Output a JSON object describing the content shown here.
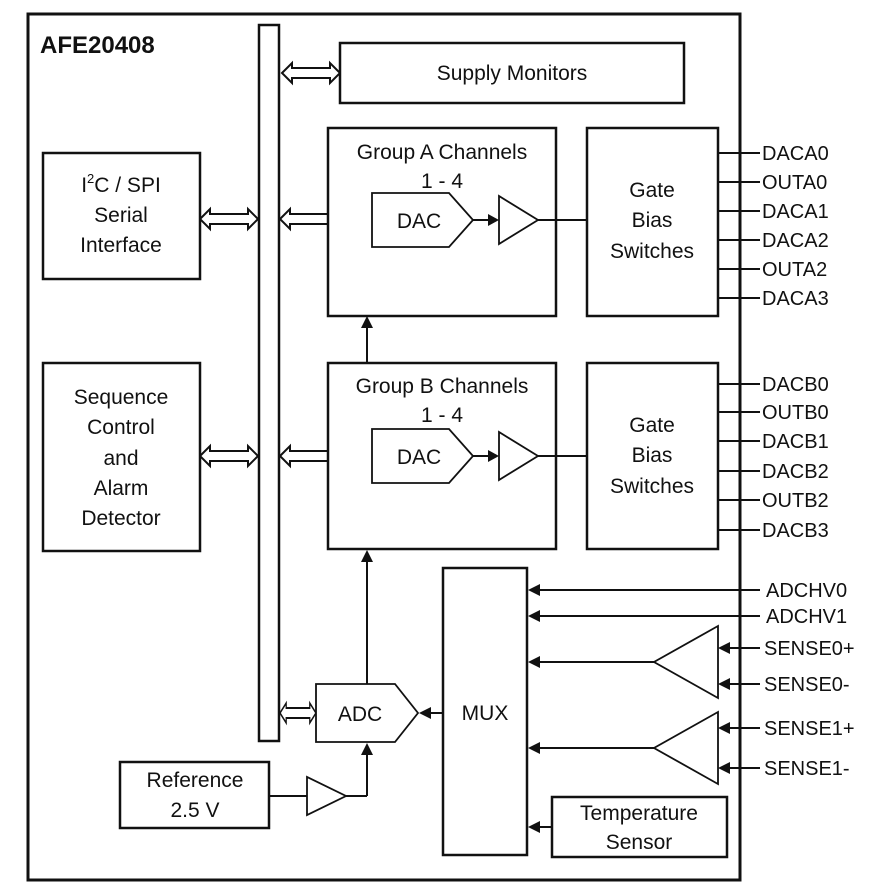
{
  "chip_name": "AFE20408",
  "blocks": {
    "supply_monitors": "Supply Monitors",
    "serial_interface": {
      "l1_base": "I",
      "l1_sup": "2",
      "l1_rest": "C / SPI",
      "l2": "Serial",
      "l3": "Interface"
    },
    "sequence_control": {
      "l1": "Sequence",
      "l2": "Control",
      "l3": "and",
      "l4": "Alarm",
      "l5": "Detector"
    },
    "group_a": {
      "l1": "Group A Channels",
      "l2": "1 - 4",
      "dac": "DAC"
    },
    "group_b": {
      "l1": "Group B Channels",
      "l2": "1 - 4",
      "dac": "DAC"
    },
    "gate_bias_a": {
      "l1": "Gate",
      "l2": "Bias",
      "l3": "Switches"
    },
    "gate_bias_b": {
      "l1": "Gate",
      "l2": "Bias",
      "l3": "Switches"
    },
    "adc": "ADC",
    "mux": "MUX",
    "reference": {
      "l1": "Reference",
      "l2": "2.5 V"
    },
    "temp_sensor": {
      "l1": "Temperature",
      "l2": "Sensor"
    }
  },
  "pins_a": [
    "DACA0",
    "OUTA0",
    "DACA1",
    "DACA2",
    "OUTA2",
    "DACA3"
  ],
  "pins_b": [
    "DACB0",
    "OUTB0",
    "DACB1",
    "DACB2",
    "OUTB2",
    "DACB3"
  ],
  "adc_inputs": [
    "ADCHV0",
    "ADCHV1"
  ],
  "sense_inputs": [
    "SENSE0+",
    "SENSE0-",
    "SENSE1+",
    "SENSE1-"
  ]
}
